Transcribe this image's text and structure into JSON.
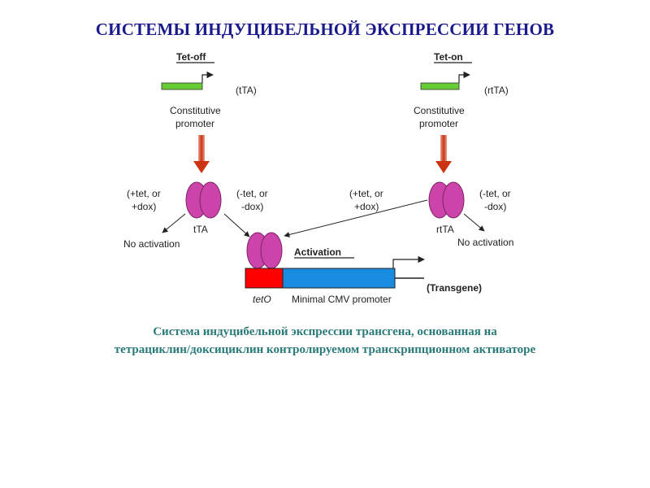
{
  "title": "СИСТЕМЫ ИНДУЦИБЕЛЬНОЙ ЭКСПРЕССИИ ГЕНОВ",
  "diagram": {
    "tet_off": {
      "heading": "Tet-off",
      "gene_label": "(tTA)",
      "promoter_line1": "Constitutive",
      "promoter_line2": "promoter",
      "left_cond_line1": "(+tet, or",
      "left_cond_line2": "+dox)",
      "right_cond_line1": "(-tet, or",
      "right_cond_line2": "-dox)",
      "protein_label": "tTA",
      "no_activation": "No activation"
    },
    "tet_on": {
      "heading": "Tet-on",
      "gene_label": "(rtTA)",
      "promoter_line1": "Constitutive",
      "promoter_line2": "promoter",
      "left_cond_line1": "(+tet, or",
      "left_cond_line2": "+dox)",
      "right_cond_line1": "(-tet, or",
      "right_cond_line2": "-dox)",
      "protein_label": "rtTA",
      "no_activation": "No activation"
    },
    "activation_label": "Activation",
    "teto_label": "tetO",
    "cmv_label": "Minimal CMV promoter",
    "transgene_label": "(Transgene)",
    "colors": {
      "gene_box": "#66cc33",
      "protein": "#cc44aa",
      "arrow": "#cc3311",
      "teto": "#ff0000",
      "cmv": "#1a8ce0"
    }
  },
  "caption": {
    "line1": "Система индуцибельной экспрессии трансгена, основанная на",
    "line2": "тетрациклин/доксициклин контролируемом транскрипционном активаторе"
  }
}
